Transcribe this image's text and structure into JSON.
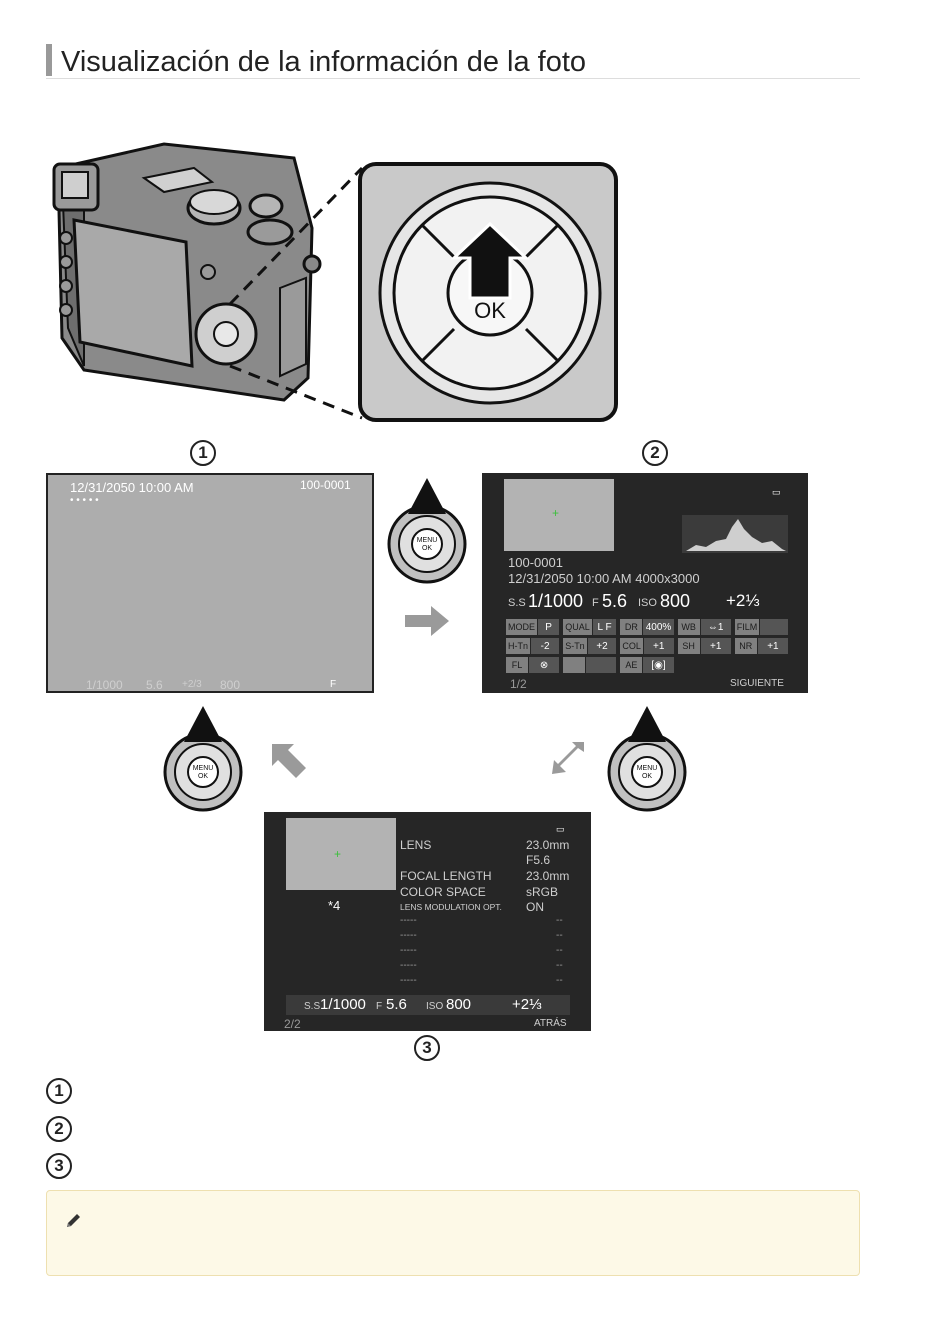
{
  "heading": {
    "title": "Visualización de la información de la foto"
  },
  "pad_label": "OK",
  "small_pad_label": "MENU\nOK",
  "markers": [
    "1",
    "2",
    "3"
  ],
  "screen1": {
    "datetime": "12/31/2050 10:00 AM",
    "frame": "100-0001",
    "stars": "• • • • •",
    "bottom": {
      "ss": "1/1000",
      "f": "5.6",
      "ev": "+2/3",
      "iso": "800",
      "f_label": "F"
    }
  },
  "screen2": {
    "frame": "100-0001",
    "datetime_size": "12/31/2050 10:00 AM    4000x3000",
    "ss_label": "S.S",
    "ss": "1/1000",
    "f_label": "F",
    "f": "5.6",
    "iso_label": "ISO",
    "iso": "800",
    "ev": "+2⅓",
    "settings": [
      {
        "label": "MODE",
        "value": "P"
      },
      {
        "label": "QUAL",
        "value": "L F"
      },
      {
        "label": "DR",
        "value": "400%"
      },
      {
        "label": "WB",
        "value": "⇔1"
      },
      {
        "label": "FILM",
        "value": ""
      },
      {
        "label": "H-Tn",
        "value": "-2"
      },
      {
        "label": "S-Tn",
        "value": "+2"
      },
      {
        "label": "COL",
        "value": "+1"
      },
      {
        "label": "SH",
        "value": "+1"
      },
      {
        "label": "NR",
        "value": "+1"
      },
      {
        "label": "FL",
        "value": "⊗"
      },
      {
        "label": "",
        "value": ""
      },
      {
        "label": "AE",
        "value": "[◉]"
      },
      {
        "label": "",
        "value": ""
      },
      {
        "label": "",
        "value": ""
      }
    ],
    "page": "1/2",
    "next": "SIGUIENTE"
  },
  "screen3": {
    "star_note": "*4",
    "rows": [
      {
        "label": "LENS",
        "value": "23.0mm"
      },
      {
        "label": "",
        "value": "F5.6"
      },
      {
        "label": "FOCAL LENGTH",
        "value": "23.0mm"
      },
      {
        "label": "COLOR SPACE",
        "value": "sRGB"
      },
      {
        "label": "LENS MODULATION OPT.",
        "value": "ON"
      },
      {
        "label": "-----",
        "value": "--"
      },
      {
        "label": "-----",
        "value": "--"
      },
      {
        "label": "-----",
        "value": "--"
      },
      {
        "label": "-----",
        "value": "--"
      },
      {
        "label": "-----",
        "value": "--"
      }
    ],
    "ss_label": "S.S",
    "ss": "1/1000",
    "f_label": "F",
    "f": "5.6",
    "iso_label": "ISO",
    "iso": "800",
    "ev": "+2⅓",
    "page": "2/2",
    "back": "ATRÁS"
  },
  "colors": {
    "accent_bar": "#999999",
    "note_bg": "#fdf9e7",
    "screen_dark": "#262626"
  }
}
